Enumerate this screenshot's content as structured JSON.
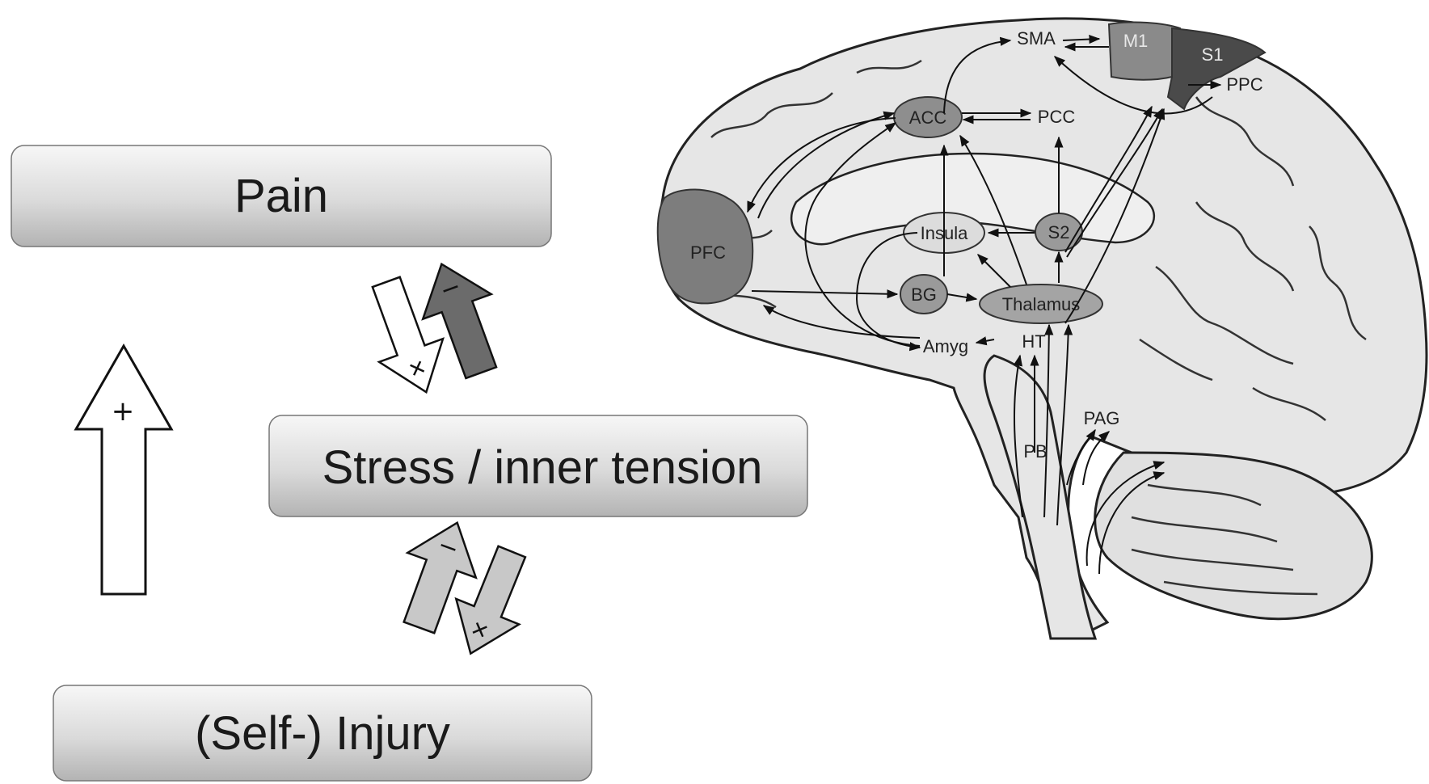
{
  "diagram": {
    "boxes": {
      "pain": "Pain",
      "stress": "Stress / inner tension",
      "injury": "(Self-) Injury"
    },
    "signs": {
      "big_arrow": "+",
      "pain_stress_down": "+",
      "pain_stress_up": "−",
      "stress_injury_up": "−",
      "stress_injury_down": "+"
    },
    "brain_regions": {
      "sma": "SMA",
      "m1": "M1",
      "s1": "S1",
      "ppc": "PPC",
      "acc": "ACC",
      "pcc": "PCC",
      "pfc": "PFC",
      "insula": "Insula",
      "s2": "S2",
      "bg": "BG",
      "thalamus": "Thalamus",
      "amyg": "Amyg",
      "ht": "HT",
      "pag": "PAG",
      "pb": "PB"
    },
    "colors": {
      "box_top": "#f4f4f4",
      "box_bottom": "#b9b9b9",
      "brain_fill": "#e6e6e6",
      "region_dark": "#7d7d7d",
      "region_mid": "#9a9a9a",
      "region_light": "#dcdcdc",
      "arrow_dark": "#6b6b6b",
      "arrow_light": "#c8c8c8"
    }
  }
}
